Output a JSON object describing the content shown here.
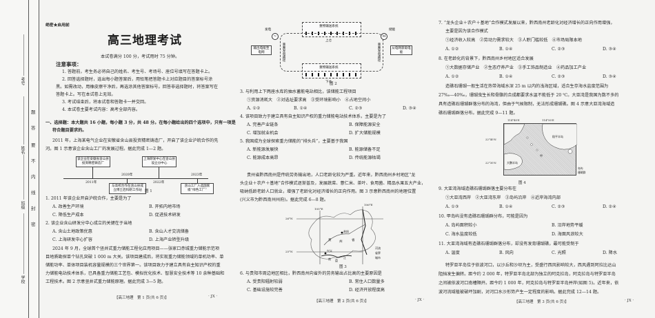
{
  "binding": {
    "fields": [
      "考号",
      "姓名",
      "班级",
      "学校"
    ],
    "seal_text": [
      "题",
      "答",
      "要",
      "不",
      "内",
      "线",
      "封",
      "密"
    ]
  },
  "page1": {
    "secrecy": "绝密★启用前",
    "title": "高三地理考试",
    "subtitle": "本试卷满分 100 分，考试用时 75 分钟。",
    "notice_heading": "注意事项：",
    "notices": [
      "1. 答题前，考生务必将自己的姓名、考生号、考场号、座位号填写在答题卡上。",
      "2. 回答选择题时，选出每小题答案后，用铅笔把答题卡上对应题目的答案标号涂",
      "黑。如需改动，用橡皮擦干净后，再选涂其他答案标号。回答非选择题时，将答案写在",
      "答题卡上。写在本试卷上无效。",
      "3. 考试结束后，将本试卷和答题卡一并交回。",
      "4. 本试卷主要考试内容：高考全部内容。"
    ],
    "section_heading_1": "一、选择题：本大题共 16 小题，每小题 3 分，共 48 分。在每小题给出的四个选项中，只有一项是",
    "section_heading_2": "符合题目要求的。",
    "passage1": [
      "2011 年，上海某电气企业在安徽省含山县投资精密铸造厂，开启了该企业沪皖合作的先",
      "河。图 1 示意该企业含山工厂的发展过程。据此完成 1—2 题。"
    ],
    "figure1": {
      "caption": "图 1",
      "boxes_top": [
        "该企业在安徽省含山县投资精密铸造厂",
        "上海研发中心在含山县设立分中心"
      ],
      "boxes_bottom": [
        "与高校合作在含山县成立博士后科研工作站",
        "含山工厂入选国家级“绿色工厂”"
      ],
      "years": [
        "2011年",
        "2020年",
        "2022年",
        "2023年"
      ]
    },
    "questions": [
      {
        "stem": "1. 2011 年该企业开启沪皖合作，主要是为了",
        "options": [
          "A. 改善生产环境",
          "B. 开拓内地市场",
          "C. 降低生产成本",
          "D. 促进技术研发"
        ]
      },
      {
        "stem": "2. 该企业含山研发分中心成立的关键在于当地",
        "options": [
          "A. 含山土地政策优惠",
          "B. 含山人才交流储备",
          "C. 上海研发中心扩容",
          "D. 上海产业转型升级"
        ]
      }
    ],
    "passage2": [
      "2024 年 9 月，全球首个竖井式重力储能工程化应用项目——张家口赤城重力储能示范项",
      "目地质勘探单个钻孔突破 1 000 m 大关。该项目建成后，将实现重力储能领域的单机功率、单",
      "储能功率、单体项目装机容量规模的三个世界第一。该项目致力于建立具有自主知识产权的重",
      "力储能电站技术体系，已具备重力储能工艺包、模拟优化技术、智慧安全技术等 10 余种基础和",
      "工程技术。图 2 示意竖井式重力储能原理。据此完成 3—5 题。"
    ],
    "footer": "【高三地理　第 1 页(共 6 页)】",
    "footer_code": "· JX ·"
  },
  "page2": {
    "figure2": {
      "caption": "图 2",
      "top_box": "重物输送系统",
      "bottom_box": "重物输送系统",
      "upper": "上仓",
      "lower": "下仓",
      "left_label": "发电",
      "right_label": "储能",
      "left_motor": "重力发电机",
      "right_motor": "重力驱动机",
      "left_path": "重差发电路径",
      "right_path": "重差发电路径",
      "left_out": "输出电能至电网",
      "right_in": "从电网获取电能",
      "left_symbol": "~",
      "right_symbol": "M"
    },
    "questions": [
      {
        "stem": "3. 与利用上下两座水库的抽水蓄能电站相比，该储能工程项目",
        "items": "①资源消耗大　②对选址要求高　③受环境影响小　④占地空间小",
        "options": [
          "A. ①②",
          "B. ①④",
          "C. ②③",
          "D. ③④"
        ]
      },
      {
        "stem": "4. 该项目致力于建立具有自主知识产权的重力储能电站技术体系，主要是为了",
        "options": [
          "A. 完善产业链条",
          "B. 保障能源安全",
          "C. 增加就业机会",
          "D. 扩大储能规模"
        ]
      },
      {
        "stem": "5. 我国成为全球探索重力储能的“排头兵”，主要基于我国",
        "options": [
          "A. 新能源发展快",
          "B. 能源储备不足",
          "C. 能源成本高昂",
          "D. 传统能源枯竭"
        ]
      }
    ],
    "passage3": [
      "贵州省黔西南州是传统劳务输出地，人口老龄化较为严重。近年来，黔西南州乡村地区“龙",
      "头企业＋农户＋基地”合作模式逐渐普及，发展蔬菜、薏仁米、茶叶、食用菌、精品水果五大产业，",
      "吸纳低龄老龄人口就业，增强了老龄化对经济增长的正向作用。图 3 示意黔西南州的地理位置",
      "(兴义市为黔西南州州府)。据此完成 6—8 题。"
    ],
    "figure3": {
      "caption": "图 3",
      "lon_labels": [
        "105°E",
        "106°E"
      ],
      "lat_labels": [
        "26°N",
        "25°N"
      ],
      "places": [
        "贵阳",
        "贵",
        "州",
        "省",
        "兴义",
        "南",
        "盘",
        "江"
      ],
      "legend": [
        "河流",
        "省界",
        "城市"
      ]
    },
    "question6": {
      "stem": "6. 与贵阳市周边地区相比，黔西南州向省外的劳务输出占比高的主要原因是",
      "options": [
        "A. 受贵阳辐射较弱",
        "B. 常住人口数量多",
        "C. 基础设施较完善",
        "D. 经济开放程度高"
      ]
    },
    "footer": "【高三地理　第 2 页(共 6 页)】",
    "footer_code": "· JX ·"
  },
  "page3": {
    "questions_a": [
      {
        "stem": "7. “龙头企业＋农户＋基地”合作模式发展以来，黔西南州老龄化对经济增长的正向作用增强，",
        "stem2": "主要是因为该合作模式",
        "items": "①经济收入较高　②劳动力需求较大　③人职门槛较低　④市场局限本地",
        "options": [
          "A. ①②",
          "B. ①④",
          "C. ②③",
          "D. ③④"
        ]
      },
      {
        "stem": "8. 在老龄化的背景下，黔西南州乡村地区适合发展",
        "items": "①大数据存储产业　②生态疗养产业　③手工饰品制造业　④药品加工产业",
        "options": [
          "A. ①②",
          "B. ①④",
          "C. ②③",
          "D. ③④"
        ]
      }
    ],
    "passage4": [
      "造礁石珊瑚一般生活在热带海域水深 25 m 以内的浅海区域，适合生存海水盐度范围为",
      "27‰—40‰，珊瑚虫生长和骨骼的合成都要求水温不能低于 20 ℃。大亚湾是我国为数不多的",
      "具有造礁石珊瑚群落分布的海湾，但由于气候限制，无法形成珊瑚礁。图 4 示意大亚湾海域造",
      "礁石珊瑚群落分布。据此完成 9—11 题。"
    ],
    "figure4": {
      "caption": "图 4",
      "lon_labels": [
        "114°40′E",
        "114°50′E"
      ],
      "lat_labels": [
        "22°40′N",
        "22°30′N"
      ],
      "places": [
        "稔平半岛",
        "大鹏半岛",
        "甲"
      ],
      "legend": [
        "岛屿",
        "珊瑚群"
      ]
    },
    "questions_b": [
      {
        "stem": "9. 大亚湾海域造礁石珊瑚群落主要分布在",
        "items": "①大亚湾西岸　②大亚湾东岸　③岛屿沿岸　④近岸海湾内部",
        "options": [
          "A. ①③",
          "B. ①④",
          "C. ②③",
          "D. ②④"
        ]
      },
      {
        "stem": "10. 甲岛屿没有造礁石珊瑚群分布，可能是因为",
        "options": [
          "A. 岛屿面积较小",
          "B. 沿岸地势平缓",
          "C. 海水盐度较低",
          "D. 海面风浪较大"
        ]
      },
      {
        "stem": "11. 大亚湾海域有造礁石珊瑚群落分布，却没有发育珊瑚礁，最可能受制于",
        "options": [
          "A. 温度",
          "B. 风向",
          "C. 光照",
          "D. 降水"
        ]
      }
    ],
    "passage5": [
      "特罗亚半岛位于依波河口，以沙丘和沙坝为主，受盛行西风影响较大，西风遇到阿拉比达山",
      "阻挡发生偏转。距今约 2 000 年，特罗亚半岛北部为独立的阿克拉岛，阿克拉岛与特罗亚半岛",
      "之间被依波河口南槽隔开。距今约 1 000 年，阿克拉岛与特罗亚半岛并岸(如图 5)。近年来，依",
      "波河流域植被破坏加剧，对河口水沙形势产生一定程度的影响。据此完成 12—14 题。"
    ],
    "footer": "【高三地理　第 3 页(共 6 页)】",
    "footer_code": "· JX ·"
  }
}
